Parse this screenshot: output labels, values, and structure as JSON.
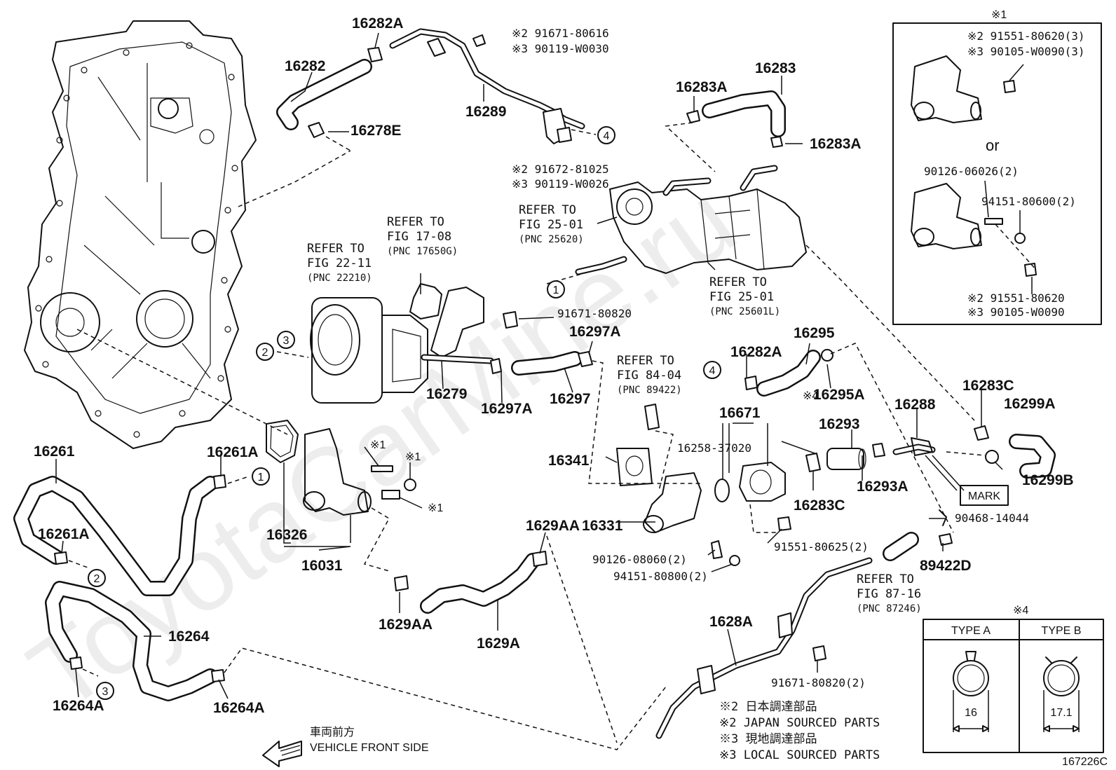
{
  "parts": {
    "p16282A": "16282A",
    "p16282": "16282",
    "p16278E": "16278E",
    "p16289": "16289",
    "p16283": "16283",
    "p16283A_top": "16283A",
    "p16283A_right": "16283A",
    "p16279": "16279",
    "p16297A_top": "16297A",
    "p16297A_bottom": "16297A",
    "p16297": "16297",
    "p16282A_mid": "16282A",
    "p16295": "16295",
    "p16295A": "16295A",
    "p16671": "16671",
    "p16293": "16293",
    "p16288": "16288",
    "p16283C_top": "16283C",
    "p16299A": "16299A",
    "p16299B": "16299B",
    "p16283C_bottom": "16283C",
    "p16293A": "16293A",
    "p16341": "16341",
    "p16331": "16331",
    "p16261": "16261",
    "p16261A_top": "16261A",
    "p16261A_mid": "16261A",
    "p16326": "16326",
    "p16031": "16031",
    "p16264": "16264",
    "p16264A_left": "16264A",
    "p16264A_right": "16264A",
    "p1629AA_top": "1629AA",
    "p1629AA_bottom": "1629AA",
    "p1629A": "1629A",
    "p1628A": "1628A",
    "p89422D": "89422D"
  },
  "numbers": {
    "n1": "※2 91671-80616",
    "n2": "※3 90119-W0030",
    "n3": "※2 91672-81025",
    "n4": "※3 90119-W0026",
    "n5": "91671-80820",
    "n6": "16258-37020",
    "n7": "90468-14044",
    "n8": "91551-80625(2)",
    "n9": "90126-08060(2)",
    "n10": "94151-80800(2)",
    "n11": "91671-80820(2)",
    "n12": "※1",
    "n13": "※1",
    "n14": "※1",
    "n15": "※4"
  },
  "refs": {
    "r1": [
      "REFER TO",
      "FIG 17-08",
      "(PNC 17650G)"
    ],
    "r2": [
      "REFER TO",
      "FIG 22-11",
      "(PNC 22210)"
    ],
    "r3": [
      "REFER TO",
      "FIG 25-01",
      "(PNC 25620)"
    ],
    "r4": [
      "REFER TO",
      "FIG 25-01",
      "(PNC 25601L)"
    ],
    "r5": [
      "REFER TO",
      "FIG 84-04",
      "(PNC 89422)"
    ],
    "r6": [
      "REFER TO",
      "FIG 87-16",
      "(PNC 87246)"
    ]
  },
  "inset1": {
    "marker": "※1",
    "a1": "※2 91551-80620(3)",
    "a2": "※3 90105-W0090(3)",
    "or": "or",
    "b1": "90126-06026(2)",
    "b2": "94151-80600(2)",
    "c1": "※2 91551-80620",
    "c2": "※3 90105-W0090"
  },
  "inset4": {
    "type_a": "TYPE A",
    "type_b": "TYPE B",
    "dim_a": "16",
    "dim_b": "17.1"
  },
  "callouts": {
    "c1": "1",
    "c2": "2",
    "c3": "3",
    "c4": "4"
  },
  "mark": "MARK",
  "front": {
    "jp": "車両前方",
    "en": "VEHICLE FRONT SIDE"
  },
  "notes": {
    "n1": "※2 日本調達部品",
    "n2": "※2 JAPAN SOURCED PARTS",
    "n3": "※3 現地調達部品",
    "n4": "※3 LOCAL SOURCED PARTS"
  },
  "figure_code": "167226C",
  "watermark": "ToyotaCarMine.ru"
}
